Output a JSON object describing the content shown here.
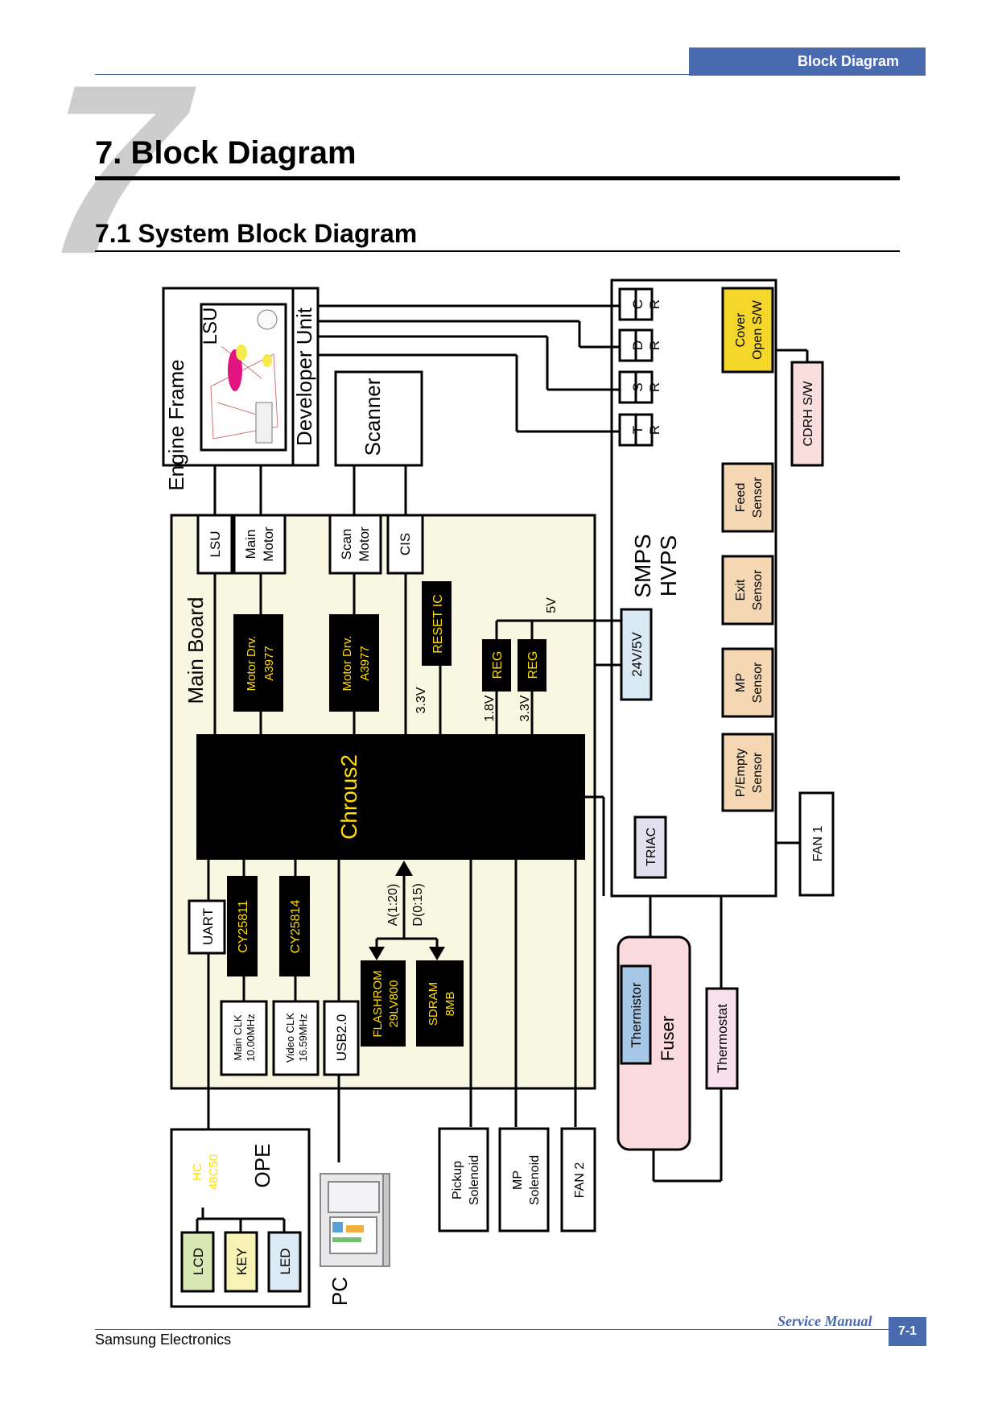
{
  "header": {
    "tab_label": "Block Diagram",
    "chapter_number": "7"
  },
  "chapter_title": "7. Block Diagram",
  "section_title": "7.1 System Block Diagram",
  "footer": {
    "company": "Samsung Electronics",
    "manual": "Service Manual",
    "page": "7-1"
  },
  "colors": {
    "accent": "#4a6aaf",
    "main_board_fill": "#f8f7e1",
    "chip_fill": "#000000",
    "chip_text": "#ffdd00",
    "cover_fill": "#f5d62a",
    "sensor_fill": "#f5d7b3",
    "cdrh_fill": "#f9dedd",
    "fuser_fill": "#fadadd",
    "thermistor_fill": "#a7c7e7",
    "supply_fill": "#d9eaf5",
    "triac_fill": "#e2e0ee",
    "thermostat_fill": "#f7e1ec",
    "lcd_fill": "#d8e8b5",
    "key_fill": "#f7f3b4",
    "led_fill": "#dbeaf5"
  },
  "diagram": {
    "engine_frame": "Engine Frame",
    "lsu_unit": "LSU",
    "developer_unit": "Developer Unit",
    "scanner": "Scanner",
    "main_board": "Main Board",
    "chorus": "Chrous2",
    "smps_line1": "SMPS",
    "smps_line2": "HVPS",
    "connectors": {
      "lsu": "LSU",
      "main_motor": [
        "Main",
        "Motor"
      ],
      "scan_motor": [
        "Scan",
        "Motor"
      ],
      "cis": "CIS",
      "uart": "UART",
      "usb": "USB2.0"
    },
    "motor_drv_1": [
      "Motor   Drv.",
      "A3977"
    ],
    "motor_drv_2": [
      "Motor   Drv.",
      "A3977"
    ],
    "reset_ic": "RESET IC",
    "reg_1": "REG",
    "reg_2": "REG",
    "v_33_a": "3.3V",
    "v_18": "1.8V",
    "v_33_b": "3.3V",
    "v_5": "5V",
    "supply": "24V/5V",
    "cy1": "CY25811",
    "cy2": "CY25814",
    "main_clk": [
      "Main CLK",
      "10.00MHz"
    ],
    "video_clk": [
      "Video CLK",
      "16.59MHz"
    ],
    "addr_bus": "A(1:20)",
    "data_bus": "D(0:15)",
    "flashrom": [
      "FLASHROM",
      "29LV800"
    ],
    "sdram": [
      "SDRAM",
      "8MB"
    ],
    "hvps_outputs": {
      "c": [
        "C",
        "R"
      ],
      "d": [
        "D",
        "R"
      ],
      "s": [
        "S",
        "R"
      ],
      "t": [
        "T",
        "R"
      ]
    },
    "cover_sw": [
      "Cover",
      "Open S/W"
    ],
    "cdrh_sw": "CDRH S/W",
    "feed_sensor": [
      "Feed",
      "Sensor"
    ],
    "exit_sensor": [
      "Exit",
      "Sensor"
    ],
    "mp_sensor": [
      "MP",
      "Sensor"
    ],
    "pempty_sensor": [
      "P/Empty",
      "Sensor"
    ],
    "fan1": "FAN 1",
    "triac": "TRIAC",
    "thermistor": "Thermistor",
    "fuser": "Fuser",
    "thermostat": "Thermostat",
    "pickup_solenoid": [
      "Pickup",
      "Solenoid"
    ],
    "mp_solenoid": [
      "MP",
      "Solenoid"
    ],
    "fan2": "FAN 2",
    "ope": "OPE",
    "hc": [
      "HC",
      "48C50"
    ],
    "lcd": "LCD",
    "key": "KEY",
    "led": "LED",
    "pc": "PC"
  }
}
